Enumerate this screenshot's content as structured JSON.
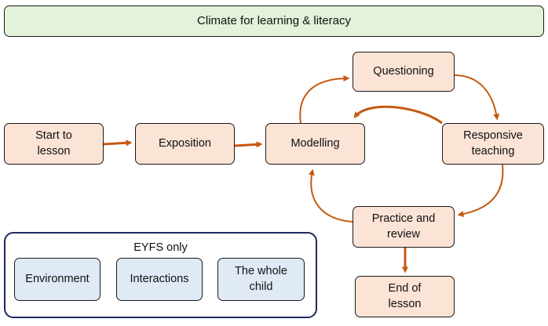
{
  "header": {
    "title": "Climate for learning & literacy"
  },
  "nodes": {
    "start": "Start to lesson",
    "exposition": "Exposition",
    "modelling": "Modelling",
    "questioning": "Questioning",
    "responsive": "Responsive teaching",
    "practice": "Practice and review",
    "end": "End of lesson"
  },
  "eyfs": {
    "title": "EYFS only",
    "items": [
      "Environment",
      "Interactions",
      "The whole child"
    ]
  },
  "colors": {
    "arrow": "#c55a11",
    "node_fill": "#fbe3d6",
    "header_fill": "#e3f2d9",
    "eyfs_fill": "#dfeaf6",
    "eyfs_border": "#1f2a5c"
  }
}
